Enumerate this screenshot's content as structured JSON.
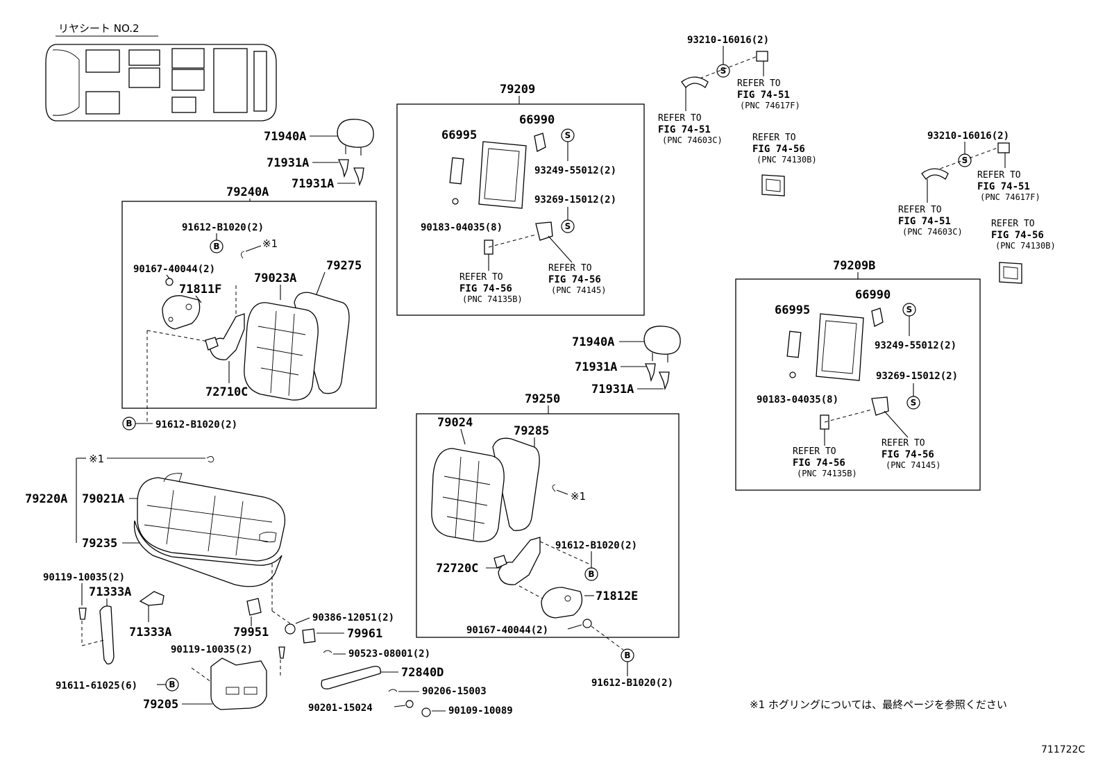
{
  "header": {
    "title": "リヤシート NO.2"
  },
  "illustration_id": "711722C",
  "footnote": "※1  ホグリングについては、最終ページを参照ください",
  "markers": {
    "s": "S",
    "b": "B",
    "note1": "※1"
  },
  "refer_to": "REFER TO",
  "parts": {
    "p93210_a": "93210-16016(2)",
    "ref1_top": "REFER TO",
    "ref1_fig": "FIG 74-51",
    "ref1_pnc": "(PNC 74617F)",
    "ref2_top": "REFER TO",
    "ref2_fig": "FIG 74-51",
    "ref2_pnc": "(PNC 74603C)",
    "ref3_top": "REFER TO",
    "ref3_fig": "FIG 74-56",
    "ref3_pnc": "(PNC 74130B)",
    "p93210_b": "93210-16016(2)",
    "ref4_top": "REFER TO",
    "ref4_fig": "FIG 74-51",
    "ref4_pnc": "(PNC 74617F)",
    "ref5_top": "REFER TO",
    "ref5_fig": "FIG 74-51",
    "ref5_pnc": "(PNC 74603C)",
    "ref6_top": "REFER TO",
    "ref6_fig": "FIG 74-56",
    "ref6_pnc": "(PNC 74130B)",
    "p79209": "79209",
    "p66990_a": "66990",
    "p66995_a": "66995",
    "p93249_a": "93249-55012(2)",
    "p93269_a": "93269-15012(2)",
    "p90183_a": "90183-04035(8)",
    "ref7_top": "REFER TO",
    "ref7_fig": "FIG 74-56",
    "ref7_pnc": "(PNC 74135B)",
    "ref8_top": "REFER TO",
    "ref8_fig": "FIG 74-56",
    "ref8_pnc": "(PNC 74145)",
    "p79209b": "79209B",
    "p66990_b": "66990",
    "p66995_b": "66995",
    "p93249_b": "93249-55012(2)",
    "p93269_b": "93269-15012(2)",
    "p90183_b": "90183-04035(8)",
    "ref9_top": "REFER TO",
    "ref9_fig": "FIG 74-56",
    "ref9_pnc": "(PNC 74135B)",
    "ref10_top": "REFER TO",
    "ref10_fig": "FIG 74-56",
    "ref10_pnc": "(PNC 74145)",
    "p71940a_1": "71940A",
    "p71931a_1": "71931A",
    "p71931a_2": "71931A",
    "p79240a": "79240A",
    "p91612_1": "91612-B1020(2)",
    "p90167_1": "90167-40044(2)",
    "p71811f": "71811F",
    "p79023a": "79023A",
    "p79275": "79275",
    "p72710c": "72710C",
    "p91612_2": "91612-B1020(2)",
    "p71940a_2": "71940A",
    "p71931a_3": "71931A",
    "p71931a_4": "71931A",
    "p79250": "79250",
    "p79024": "79024",
    "p79285": "79285",
    "p91612_3": "91612-B1020(2)",
    "p72720c": "72720C",
    "p71812e": "71812E",
    "p90167_2": "90167-40044(2)",
    "p91612_4": "91612-B1020(2)",
    "p79220a": "79220A",
    "p79021a": "79021A",
    "p79235": "79235",
    "p90119_1": "90119-10035(2)",
    "p71333a_1": "71333A",
    "p71333a_2": "71333A",
    "p79951": "79951",
    "p90386": "90386-12051(2)",
    "p79961": "79961",
    "p90119_2": "90119-10035(2)",
    "p90523": "90523-08001(2)",
    "p91611": "91611-61025(6)",
    "p72840d": "72840D",
    "p79205": "79205",
    "p90206": "90206-15003",
    "p90201": "90201-15024",
    "p90109": "90109-10089"
  }
}
